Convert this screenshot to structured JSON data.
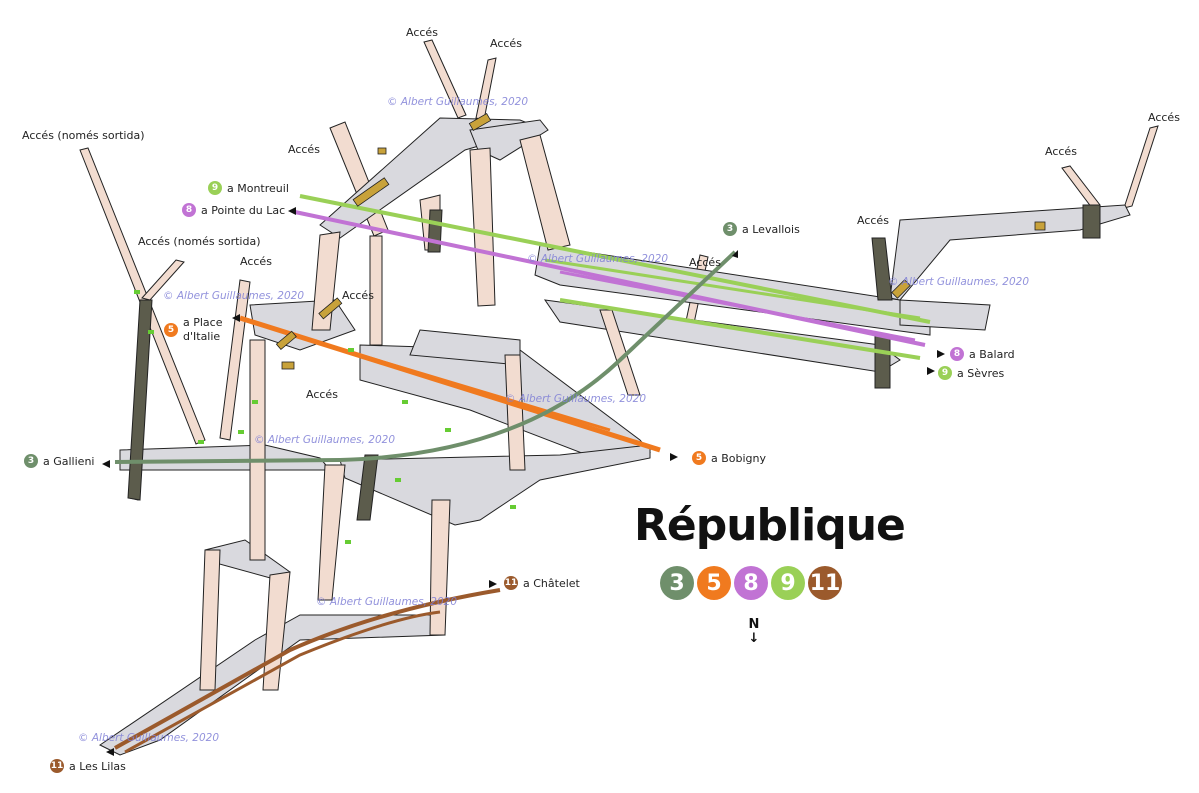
{
  "title": "République",
  "line_colors": {
    "3": "#6f8f6b",
    "5": "#f07a1f",
    "8": "#c173d4",
    "9": "#9ad057",
    "11": "#9b5a2c"
  },
  "lines": [
    {
      "number": "3",
      "color": "#6f8f6b"
    },
    {
      "number": "5",
      "color": "#f07a1f"
    },
    {
      "number": "8",
      "color": "#c173d4"
    },
    {
      "number": "9",
      "color": "#9ad057"
    },
    {
      "number": "11",
      "color": "#9b5a2c"
    }
  ],
  "compass": {
    "letter": "N",
    "arrow": "↓"
  },
  "watermark": "© Albert Guillaumes, 2020",
  "access_labels": {
    "a1": "Accés",
    "a2": "Accés",
    "a3": "Accés (només sortida)",
    "a4": "Accés",
    "a5": "Accés (només sortida)",
    "a6": "Accés",
    "a7": "Accés",
    "a8": "Accés",
    "a9": "Accés",
    "a10": "Accés",
    "a11": "Accés",
    "a12": "Accés"
  },
  "directions": {
    "montreuil": {
      "line": "9",
      "text": "a Montreuil"
    },
    "pointe_du_lac": {
      "line": "8",
      "text": "a Pointe du Lac"
    },
    "levallois": {
      "line": "3",
      "text": "a Levallois"
    },
    "place_italie": {
      "line": "5",
      "text": "a Place d'Italie"
    },
    "balard": {
      "line": "8",
      "text": "a Balard"
    },
    "sevres": {
      "line": "9",
      "text": "a Sèvres"
    },
    "gallieni": {
      "line": "3",
      "text": "a Gallieni"
    },
    "bobigny": {
      "line": "5",
      "text": "a Bobigny"
    },
    "chatelet": {
      "line": "11",
      "text": "a Châtelet"
    },
    "les_lilas": {
      "line": "11",
      "text": "a Les Lilas"
    }
  }
}
